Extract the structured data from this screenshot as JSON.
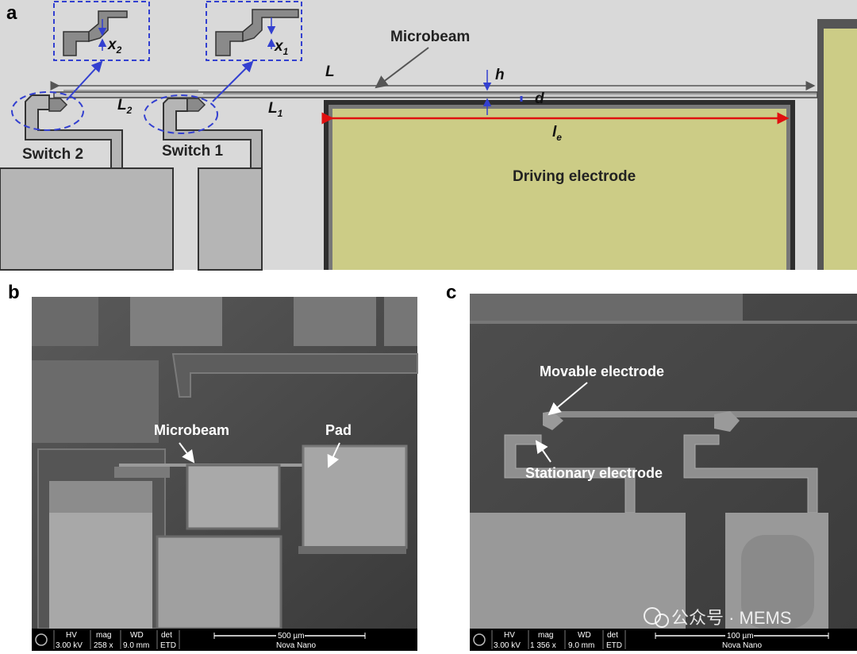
{
  "panels": {
    "a": {
      "label": "a",
      "annotations": {
        "microbeam": "Microbeam",
        "L": "L",
        "L1": "L",
        "L1_sub": "1",
        "L2": "L",
        "L2_sub": "2",
        "h": "h",
        "d": "d",
        "le": "l",
        "le_sub": "e",
        "x1": "x",
        "x1_sub": "1",
        "x2": "x",
        "x2_sub": "2",
        "switch1": "Switch 1",
        "switch2": "Switch 2",
        "driving_electrode": "Driving electrode"
      }
    },
    "b": {
      "label": "b",
      "annotations": {
        "microbeam": "Microbeam",
        "pad": "Pad"
      },
      "info_bar": {
        "headers": [
          "HV",
          "mag",
          "WD",
          "det"
        ],
        "values": [
          "3.00 kV",
          "258 x",
          "9.0 mm",
          "ETD"
        ],
        "scale": "500 µm",
        "instrument": "Nova Nano"
      }
    },
    "c": {
      "label": "c",
      "annotations": {
        "movable": "Movable electrode",
        "stationary": "Stationary electrode"
      },
      "info_bar": {
        "headers": [
          "HV",
          "mag",
          "WD",
          "det"
        ],
        "values": [
          "3.00 kV",
          "1 356 x",
          "9.0 mm",
          "ETD"
        ],
        "scale": "100 µm",
        "instrument": "Nova Nano"
      }
    }
  },
  "watermark": "公众号 · MEMS"
}
